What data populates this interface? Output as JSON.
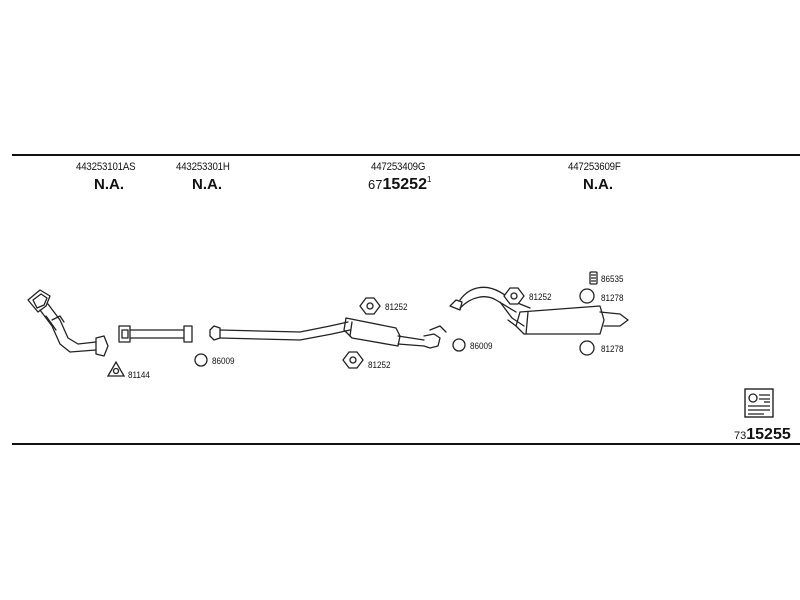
{
  "sections": [
    {
      "part_no": "443253101AS",
      "value": "N.A."
    },
    {
      "part_no": "443253301H",
      "value": "N.A."
    },
    {
      "part_no": "447253409G",
      "ref_prefix": "67",
      "ref_main": "15252",
      "ref_suffix": "1"
    },
    {
      "part_no": "447253609F",
      "value": "N.A."
    }
  ],
  "hardware": {
    "clamp_81144": "81144",
    "ring_86009_a": "86009",
    "hanger_81252_a": "81252",
    "hanger_81252_b": "81252",
    "ring_86009_b": "86009",
    "hanger_81252_c": "81252",
    "bracket_86535": "86535",
    "ring_81278_a": "81278",
    "ring_81278_b": "81278"
  },
  "catalog": {
    "prefix": "73",
    "main": "15255",
    "icon": "catalog-book-icon"
  }
}
